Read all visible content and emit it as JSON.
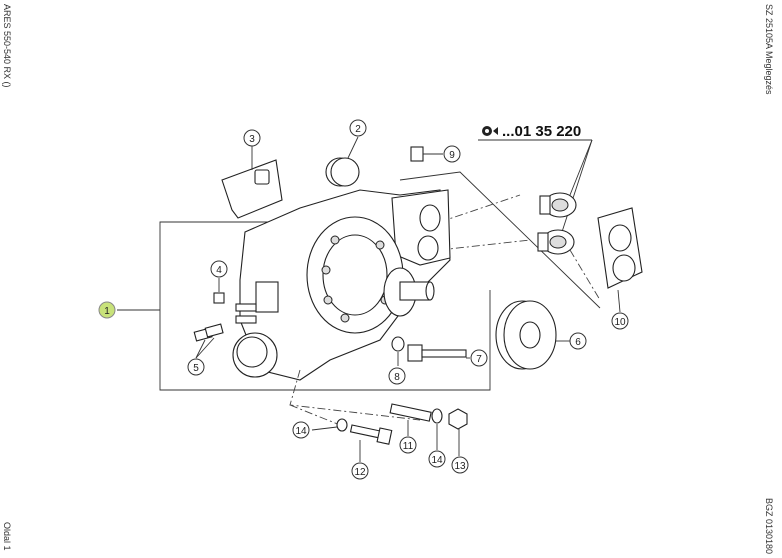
{
  "header": {
    "model": "ARES 550-540 RX ()",
    "section": "SZ 25105A  Meglegzés",
    "page": "Oldal 1",
    "code": "BGZ 0130180"
  },
  "reference": {
    "icon": "eye-arrow-icon",
    "serial": "...01 35 220"
  },
  "callouts": [
    {
      "id": "1",
      "highlighted": true
    },
    {
      "id": "2"
    },
    {
      "id": "3"
    },
    {
      "id": "4"
    },
    {
      "id": "5"
    },
    {
      "id": "6"
    },
    {
      "id": "7"
    },
    {
      "id": "8"
    },
    {
      "id": "9"
    },
    {
      "id": "10"
    },
    {
      "id": "11"
    },
    {
      "id": "12"
    },
    {
      "id": "13"
    },
    {
      "id": "14"
    },
    {
      "id": "14"
    }
  ],
  "colors": {
    "highlight": "#c8e27a",
    "line": "#333333"
  }
}
